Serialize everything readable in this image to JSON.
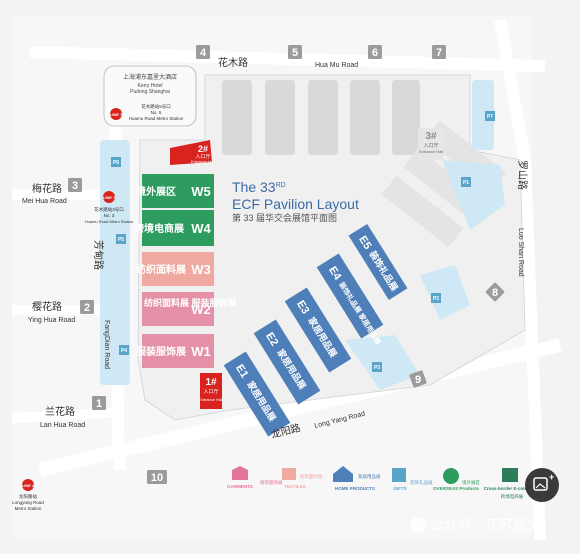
{
  "title": {
    "line1": "The 33",
    "superscript": "RD",
    "line2": "ECF Pavilion Layout",
    "line3": "第 33 届华交会展馆平面图"
  },
  "roads": {
    "huamu_cn": "花木路",
    "huamu_en": "Hua Mu Road",
    "meihua_cn": "梅花路",
    "meihua_en": "Mei Hua Road",
    "yinghua_cn": "樱花路",
    "yinghua_en": "Ying Hua Road",
    "lanhua_cn": "兰花路",
    "lanhua_en": "Lan Hua Road",
    "fangdian_cn": "芳甸路",
    "fangdian_en": "FangDian Road",
    "longyang_cn": "龙阳路",
    "longyang_en": "Long Yang Road",
    "luoshan_cn": "罗山路",
    "luoshan_en": "Luo Shan Road"
  },
  "gates": [
    "1",
    "2",
    "3",
    "4",
    "5",
    "6",
    "7",
    "8",
    "9",
    "10"
  ],
  "hotel": {
    "cn": "上海浦东嘉里大酒店",
    "en1": "Kerry Hotel",
    "en2": "Pudong Shanghai"
  },
  "metro": {
    "line7_exit5_cn": "花木路站5号口",
    "line7_exit5_en1": "No. 5",
    "line7_exit5_en2": "Huamu Road Metro Station",
    "line7_exit3_cn": "花木路站3号口",
    "line7_exit3_en1": "No. 3",
    "line7_exit3_en2": "Huamu Road Metro Station",
    "line2_cn": "龙阳路站",
    "line2_en1": "Longyang Road",
    "line2_en2": "Metro Station",
    "line7_label": "LINE 7",
    "line2_label": "LINE 2"
  },
  "entrances": {
    "e1": {
      "num": "1#",
      "cn": "入口厅",
      "en": "Entrance Hall"
    },
    "e2": {
      "num": "2#",
      "cn": "入口厅",
      "en": "Entrance Hall"
    },
    "e3": {
      "num": "3#",
      "cn": "入口厅",
      "en": "Entrance Hall"
    }
  },
  "halls_w": [
    {
      "code": "W5",
      "cn": "境外展区",
      "color": "#2e9c5e"
    },
    {
      "code": "W4",
      "cn": "跨境电商展",
      "color": "#2e9c5e"
    },
    {
      "code": "W3",
      "cn": "纺织面料展",
      "color": "#f0a9a0"
    },
    {
      "code": "W2",
      "cn": "纺织面料展 服装服饰展",
      "color": "#e491a8"
    },
    {
      "code": "W1",
      "cn": "服装服饰展",
      "color": "#e491a8"
    }
  ],
  "halls_e": [
    {
      "code": "E5",
      "cn": "装饰礼品展"
    },
    {
      "code": "E4",
      "cn": "装饰礼品展 家居用品展"
    },
    {
      "code": "E3",
      "cn": "家居用品展"
    },
    {
      "code": "E2",
      "cn": "家居用品展"
    },
    {
      "code": "E1",
      "cn": "家居用品展"
    }
  ],
  "parking": [
    "P1",
    "P2",
    "P3",
    "P4",
    "P5",
    "P6",
    "P7"
  ],
  "legend": [
    {
      "en": "GARMENTS",
      "cn": "服装服饰展",
      "color": "#e2739a"
    },
    {
      "en": "TEXTILES",
      "cn": "纺织面料展",
      "color": "#f0a9a0"
    },
    {
      "en": "HOME PRODUCTS",
      "cn": "家居用品展",
      "color": "#4e7fb8"
    },
    {
      "en": "GIFTS",
      "cn": "装饰礼品展",
      "color": "#5aa3c9"
    },
    {
      "en": "OVERSEAS Products",
      "cn": "境外展区",
      "color": "#2e9c5e"
    },
    {
      "en": "Cross-border E-commerce",
      "cn": "跨境电商展",
      "color": "#2e7d5a"
    }
  ],
  "watermark": "公众号 · 江苏嘉文",
  "colors": {
    "gate_gray": "#9b9b9b",
    "road": "#ffffff",
    "hall_blue": "#4e7fb8",
    "entrance_red": "#d8231f",
    "water": "#bfe1f2",
    "building_gray": "#d9d9d9"
  }
}
